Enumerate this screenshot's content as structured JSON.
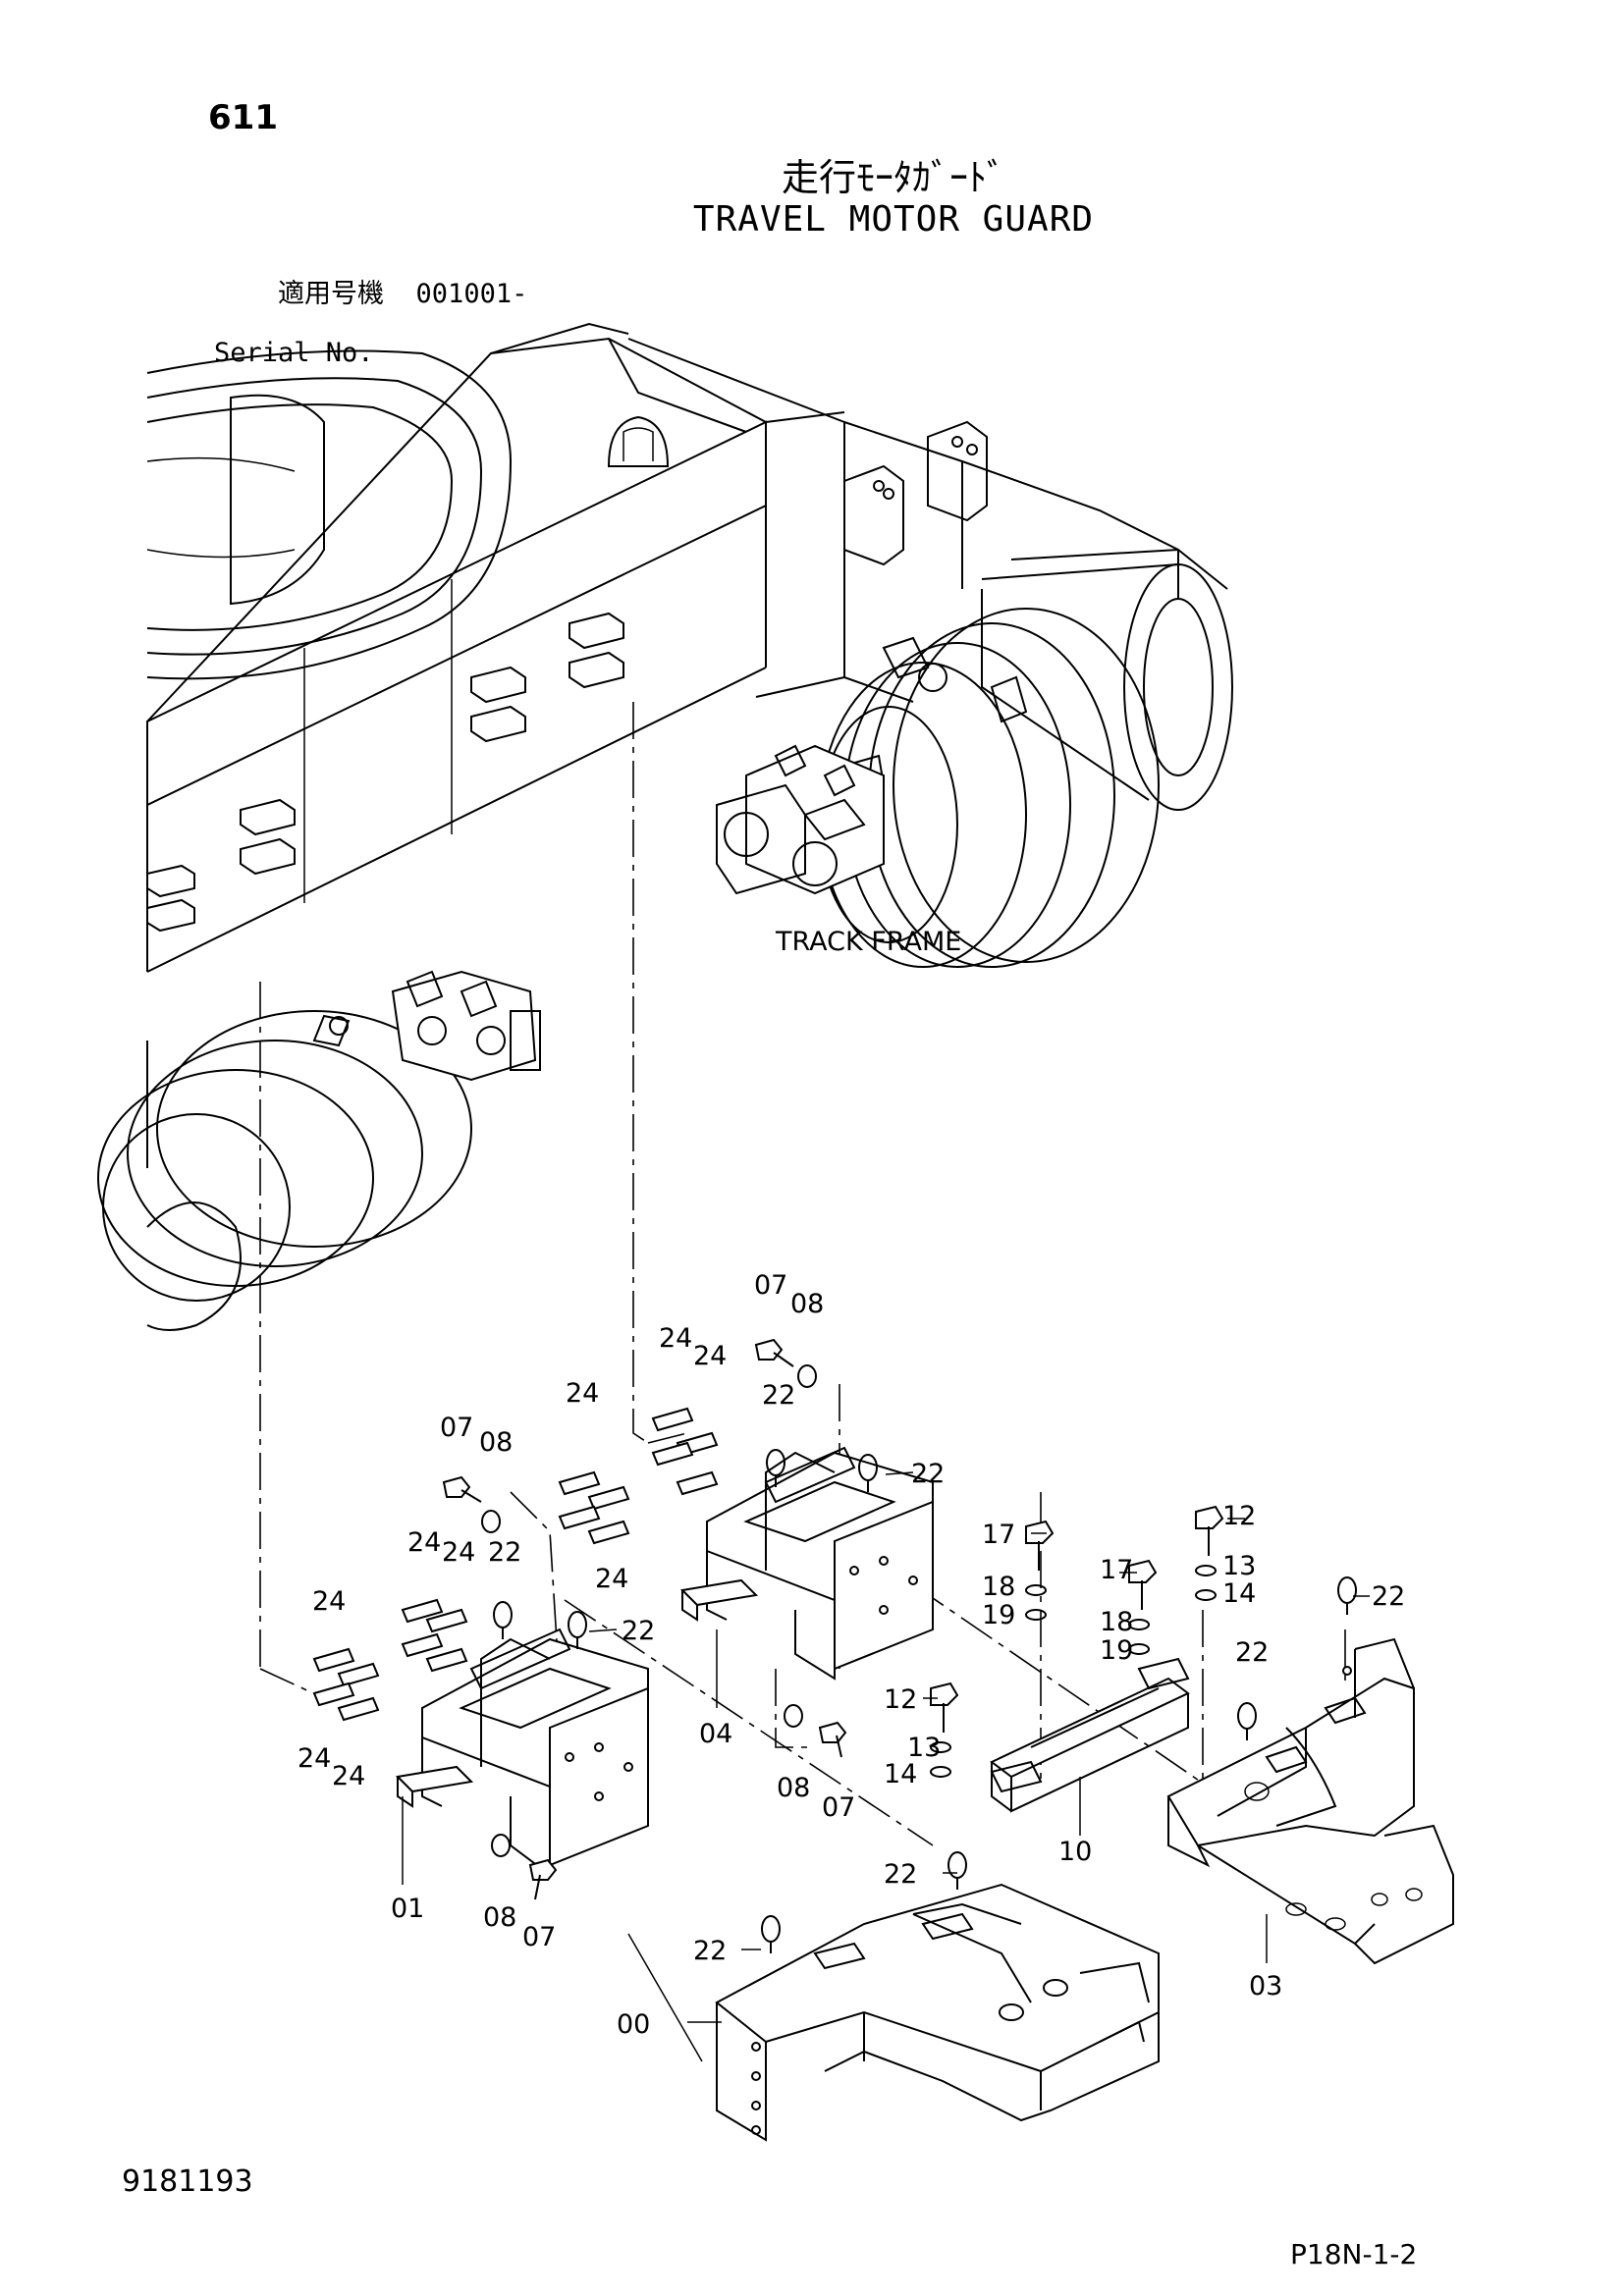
{
  "page_number": "611",
  "title_japanese": "走行ﾓｰﾀｶﾞｰﾄﾞ",
  "title_english": "TRAVEL MOTOR GUARD",
  "serial": {
    "label_japanese": "適用号機",
    "label_english": "Serial No.",
    "value": "001001-"
  },
  "callouts": {
    "track_frame": "TRACK FRAME",
    "parts": [
      "00",
      "01",
      "03",
      "04",
      "07",
      "08",
      "10",
      "12",
      "13",
      "14",
      "17",
      "18",
      "19",
      "22",
      "24"
    ]
  },
  "doc_id": "9181193",
  "sheet_code": "P18N-1-2"
}
